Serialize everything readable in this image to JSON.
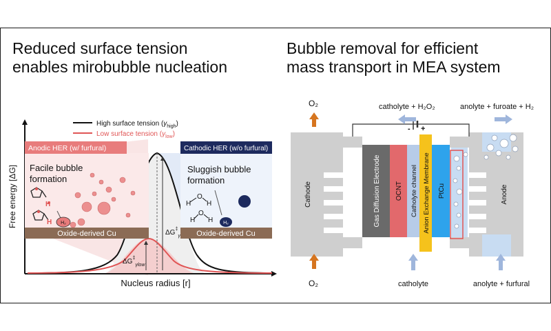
{
  "left_panel": {
    "title_line1": "Reduced surface tension",
    "title_line2": "enables mirobubble nucleation",
    "y_axis_label": "Free energy [ΔG]",
    "x_axis_label": "Nucleus radius [r]",
    "legend": {
      "high_prefix": "High surface tension (",
      "high_symbol": "γ",
      "high_sub": "high",
      "low_prefix": "Low surface tension (",
      "low_symbol": "γ",
      "low_sub": "low",
      "suffix": ")"
    },
    "anodic_box": {
      "label": "Anodic HER (w/ furfural)",
      "text_line1": "Facile bubble",
      "text_line2": "formation",
      "substrate": "Oxide-derived Cu",
      "h_label": "H",
      "h2_label": "H₂"
    },
    "cathodic_box": {
      "label": "Cathodic HER (w/o furfural)",
      "text_line1": "Sluggish bubble",
      "text_line2": "formation",
      "substrate": "Oxide-derived Cu",
      "h_label": "H",
      "o_label": "O",
      "h2_label": "H₂"
    },
    "dg_high": {
      "main": "ΔG",
      "sup": "‡",
      "sub": "γhigh"
    },
    "dg_low": {
      "main": "ΔG",
      "sup": "‡",
      "sub": "γlow"
    }
  },
  "right_panel": {
    "title_line1": "Bubble removal for efficient",
    "title_line2": "mass transport in MEA system",
    "o2_top": "O₂",
    "o2_bottom": "O₂",
    "catholyte_out": "catholyte + H₂O₂",
    "anolyte_out": "anolyte + furoate + H₂",
    "catholyte_in": "catholyte",
    "anolyte_in": "anolyte + furfural",
    "minus": "-",
    "plus": "+",
    "layers": {
      "cathode": "Cathode",
      "gde": "Gas Diffusion Electrode",
      "ocnt": "OCNT",
      "channel": "Catholyte channel",
      "aem": "Anion Exchange Membrane",
      "ptcu": "PtCu",
      "anode": "Anode"
    }
  },
  "colors": {
    "high_curve": "#111111",
    "low_curve": "#e05555",
    "substrate": "#8b6b55",
    "anodic_header": "#e87c7c",
    "cathodic_header": "#1d2a5e",
    "bubble": "#ec8f8f",
    "dark_bubble": "#1d2a5e",
    "gray_block": "#cfcfcf",
    "gde": "#6a6a6a",
    "ocnt": "#e2696c",
    "channel": "#b7cce8",
    "aem": "#f5c21c",
    "ptcu": "#2ea3ec",
    "flow_arrow": "#9fb6dc",
    "o2_arrow": "#d6751f"
  }
}
